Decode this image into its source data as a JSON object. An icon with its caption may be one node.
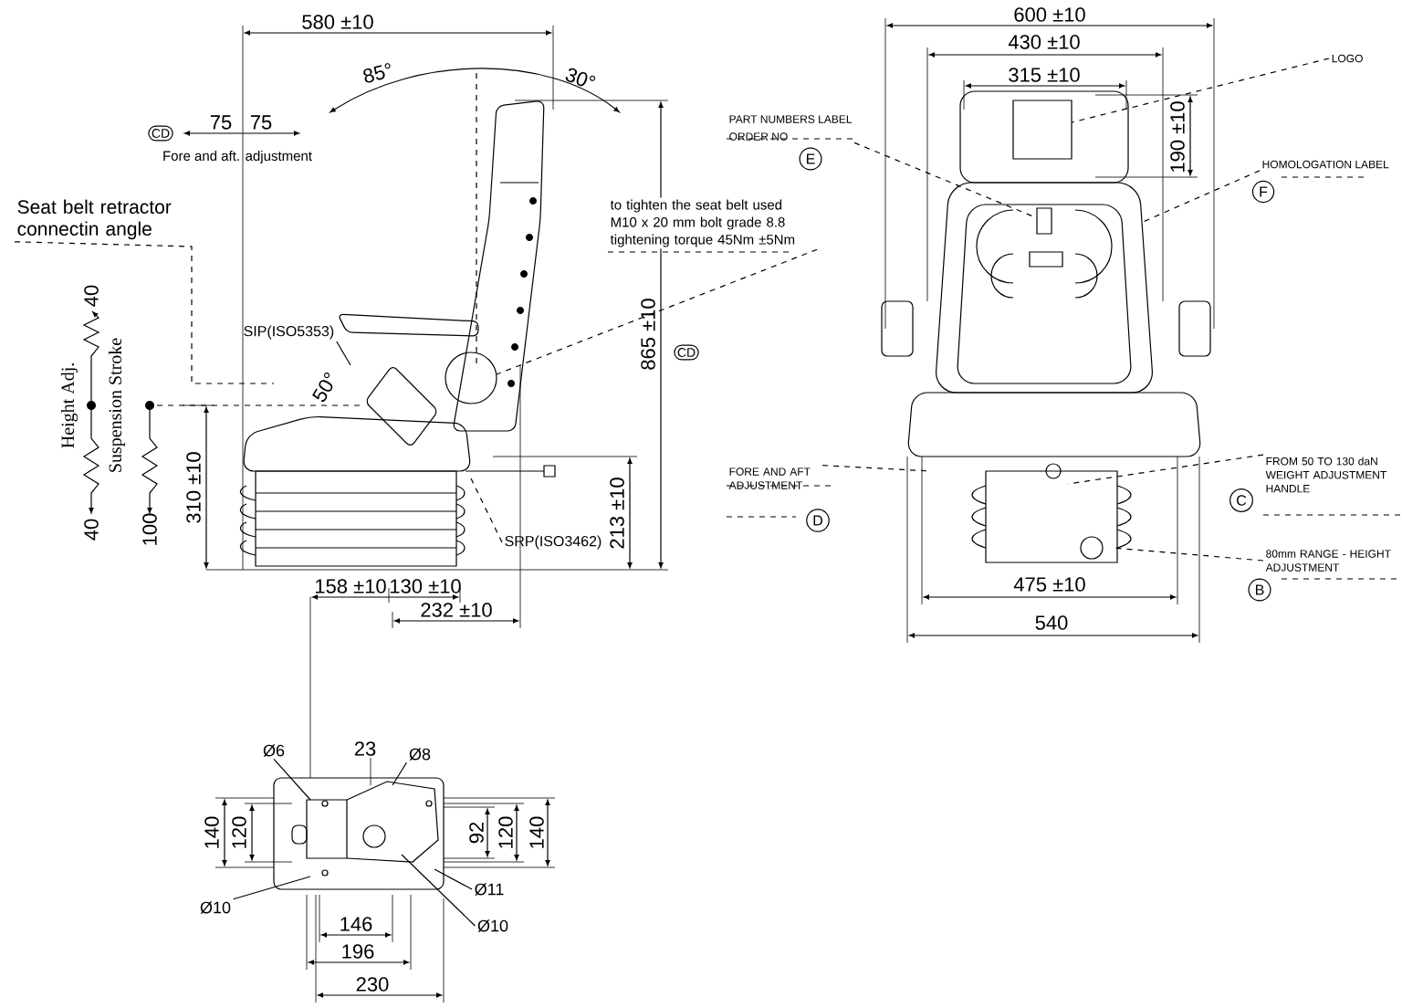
{
  "diagram": {
    "nodes": [
      {
        "text": [
          "PART NUMBERS LABEL",
          "ORDER NO"
        ]
      },
      {
        "text": [
          "E"
        ]
      },
      {
        "text": [],
        "shape": "box"
      },
      {
        "text": [
          "LOGO"
        ]
      },
      {
        "text": [],
        "shape": "box"
      },
      {
        "text": [
          "HOMOLOGATION LABEL"
        ]
      },
      {
        "text": [
          "F"
        ]
      },
      {
        "text": [
          "FORE AND AFT ADJUSTMENT"
        ]
      },
      {
        "text": [
          "D"
        ]
      },
      {
        "text": [
          "FROM 50 TO 130 daN WEIGHT ADJUSTMENT HANDLE"
        ]
      },
      {
        "text": [
          "C"
        ]
      },
      {
        "text": [
          "80mm RANGE - HEIGHT ADJUSTMENT"
        ]
      },
      {
        "text": [
          "B"
        ]
      },
      {
        "text": [
          "to tighten the seat belt used M10 x 20 mm bolt grade 8.8 tightening torque 45Nm ±5Nm"
        ]
      },
      {
        "text": [
          "Seat belt retractor connectin angle"
        ]
      },
      {
        "text": [
          "SIP(ISO5353)"
        ]
      },
      {
        "text": [
          "SRP(ISO3462)"
        ]
      },
      {
        "text": [
          "Ø6"
        ]
      },
      {
        "text": [
          "Ø8"
        ]
      },
      {
        "text": [
          "Ø11"
        ]
      },
      {
        "text": [
          "Ø10"
        ]
      },
      {
        "text": [
          "Ø10"
        ]
      },
      {
        "text": [
          "CD"
        ]
      },
      {
        "text": [
          "CD"
        ]
      }
    ],
    "edges": [
      {
        "from": 0,
        "to": 4,
        "arrow": "none",
        "style": "dashed"
      },
      {
        "from": 3,
        "to": 2,
        "arrow": "none",
        "style": "dashed"
      },
      {
        "from": 5,
        "to": null,
        "arrow": "none",
        "style": "dashed"
      },
      {
        "from": 7,
        "to": null,
        "arrow": "none",
        "style": "dashed"
      },
      {
        "from": 9,
        "to": null,
        "arrow": "none",
        "style": "dashed"
      },
      {
        "from": 11,
        "to": null,
        "arrow": "none",
        "style": "dashed"
      },
      {
        "from": 13,
        "to": null,
        "arrow": "none",
        "style": "dashed"
      },
      {
        "from": 14,
        "to": null,
        "arrow": "none",
        "style": "dashed"
      },
      {
        "from": 15,
        "to": null,
        "arrow": "none"
      },
      {
        "from": 16,
        "to": null,
        "arrow": "none",
        "style": "dashed"
      },
      {
        "from": 17,
        "to": null,
        "arrow": "none"
      },
      {
        "from": 18,
        "to": null,
        "arrow": "none"
      },
      {
        "from": 19,
        "to": null,
        "arrow": "none"
      },
      {
        "from": 20,
        "to": null,
        "arrow": "none"
      },
      {
        "from": 21,
        "to": null,
        "arrow": "none"
      }
    ],
    "labels": [
      "580 ±10",
      "85°",
      "30°",
      "75",
      "75",
      "Fore and aft. adjustment",
      "40",
      "Height Adj.",
      "Suspension Stroke",
      "40",
      "100",
      "50°",
      "865 ±10",
      "310 ±10",
      "213 ±10",
      "158 ±10",
      "130 ±10",
      "232 ±10",
      "600 ±10",
      "430 ±10",
      "315 ±10",
      "190 ±10",
      "475 ±10",
      "540",
      "23",
      "140",
      "120",
      "92",
      "120",
      "140",
      "146",
      "196",
      "230"
    ]
  }
}
